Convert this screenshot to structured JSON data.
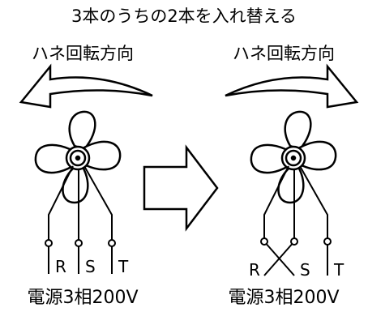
{
  "title": "3本のうちの2本を入れ替える",
  "left": {
    "rotation_label": "ハネ回転方向",
    "rotation_direction": "counter-clockwise",
    "terminals": [
      "R",
      "S",
      "T"
    ],
    "power_label": "電源3相200V"
  },
  "right": {
    "rotation_label": "ハネ回転方向",
    "rotation_direction": "clockwise",
    "terminals": [
      "R",
      "S",
      "T"
    ],
    "wiring": "R and S crossed",
    "power_label": "電源3相200V"
  }
}
